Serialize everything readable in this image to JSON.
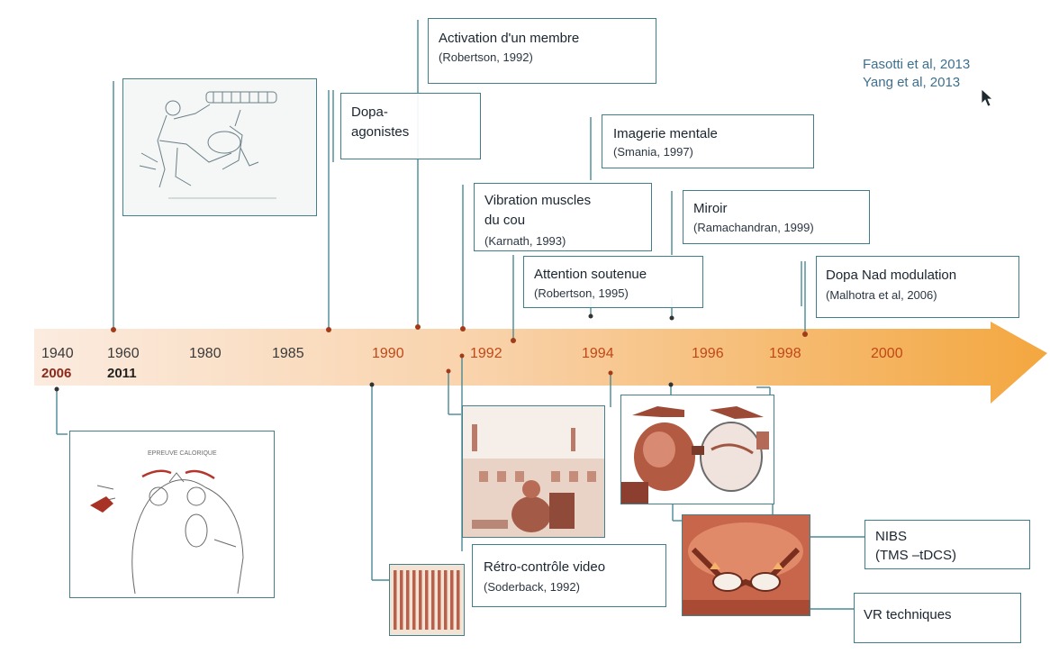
{
  "timeline": {
    "years_top": [
      {
        "label": "1940",
        "color": "#3a3a3a"
      },
      {
        "label": "1960",
        "color": "#3a3a3a"
      },
      {
        "label": "1980",
        "color": "#3a3a3a"
      },
      {
        "label": "1985",
        "color": "#3a3a3a"
      },
      {
        "label": "1990",
        "color": "#c04818"
      },
      {
        "label": "1992",
        "color": "#c04818"
      },
      {
        "label": "1994",
        "color": "#c04818"
      },
      {
        "label": "1996",
        "color": "#c04818"
      },
      {
        "label": "1998",
        "color": "#c04818"
      },
      {
        "label": "2000",
        "color": "#c04818"
      }
    ],
    "years_bottom": [
      {
        "label": "2006",
        "color": "#8a2a1c"
      },
      {
        "label": "2011",
        "color": "#222222"
      }
    ],
    "arrow_colors": {
      "start": "#fbe9dc",
      "end": "#f29d2a",
      "dot": "#a33a1a",
      "line": "#4a8a95"
    }
  },
  "references": {
    "line1": "Fasotti et al, 2013",
    "line2": "Yang et al, 2013"
  },
  "boxes": {
    "activation": {
      "title": "Activation d'un membre",
      "cite": "(Robertson, 1992)"
    },
    "dopa": {
      "line1": "Dopa-",
      "line2": "agonistes"
    },
    "imagerie": {
      "title": "Imagerie mentale",
      "cite": "(Smania, 1997)"
    },
    "vibration": {
      "line1": "Vibration muscles",
      "line2": "du cou",
      "cite": "(Karnath, 1993)"
    },
    "miroir": {
      "title": "Miroir",
      "cite": "(Ramachandran, 1999)"
    },
    "attention": {
      "title": "Attention soutenue",
      "cite": "(Robertson, 1995)"
    },
    "dopanad": {
      "title": "Dopa Nad modulation",
      "cite": "(Malhotra et al, 2006)"
    },
    "retro": {
      "title": "Rétro-contrôle video",
      "cite": "(Soderback, 1992)"
    },
    "nibs": {
      "title": "NIBS",
      "cite": "(TMS –tDCS)"
    },
    "vr": {
      "title": "VR techniques"
    }
  },
  "figures": {
    "caloric_title": "EPREUVE CALORIQUE"
  }
}
